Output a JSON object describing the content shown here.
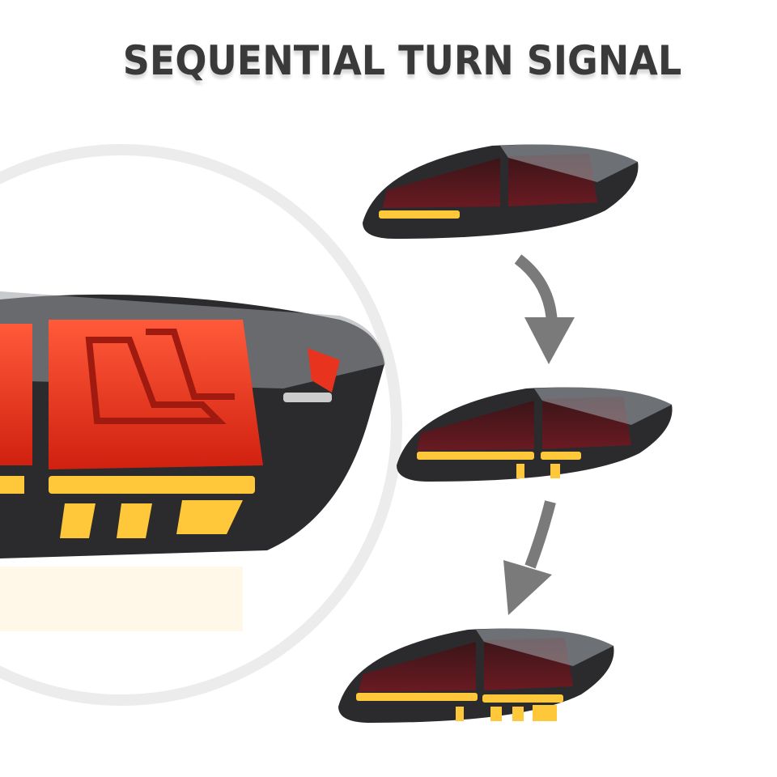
{
  "title": "SEQUENTIAL TURN SIGNAL",
  "colors": {
    "title": "#3a3a3a",
    "brake_red": "#e8331f",
    "turn_amber": "#ffc83a",
    "housing_smoke": "#2b2b2e",
    "arrow_gray": "#7a7a7a",
    "ring": "#ececec"
  },
  "sequence_steps": [
    {
      "step": 1,
      "amber_fill": 0.35
    },
    {
      "step": 2,
      "amber_fill": 0.7
    },
    {
      "step": 3,
      "amber_fill": 1.0
    }
  ]
}
